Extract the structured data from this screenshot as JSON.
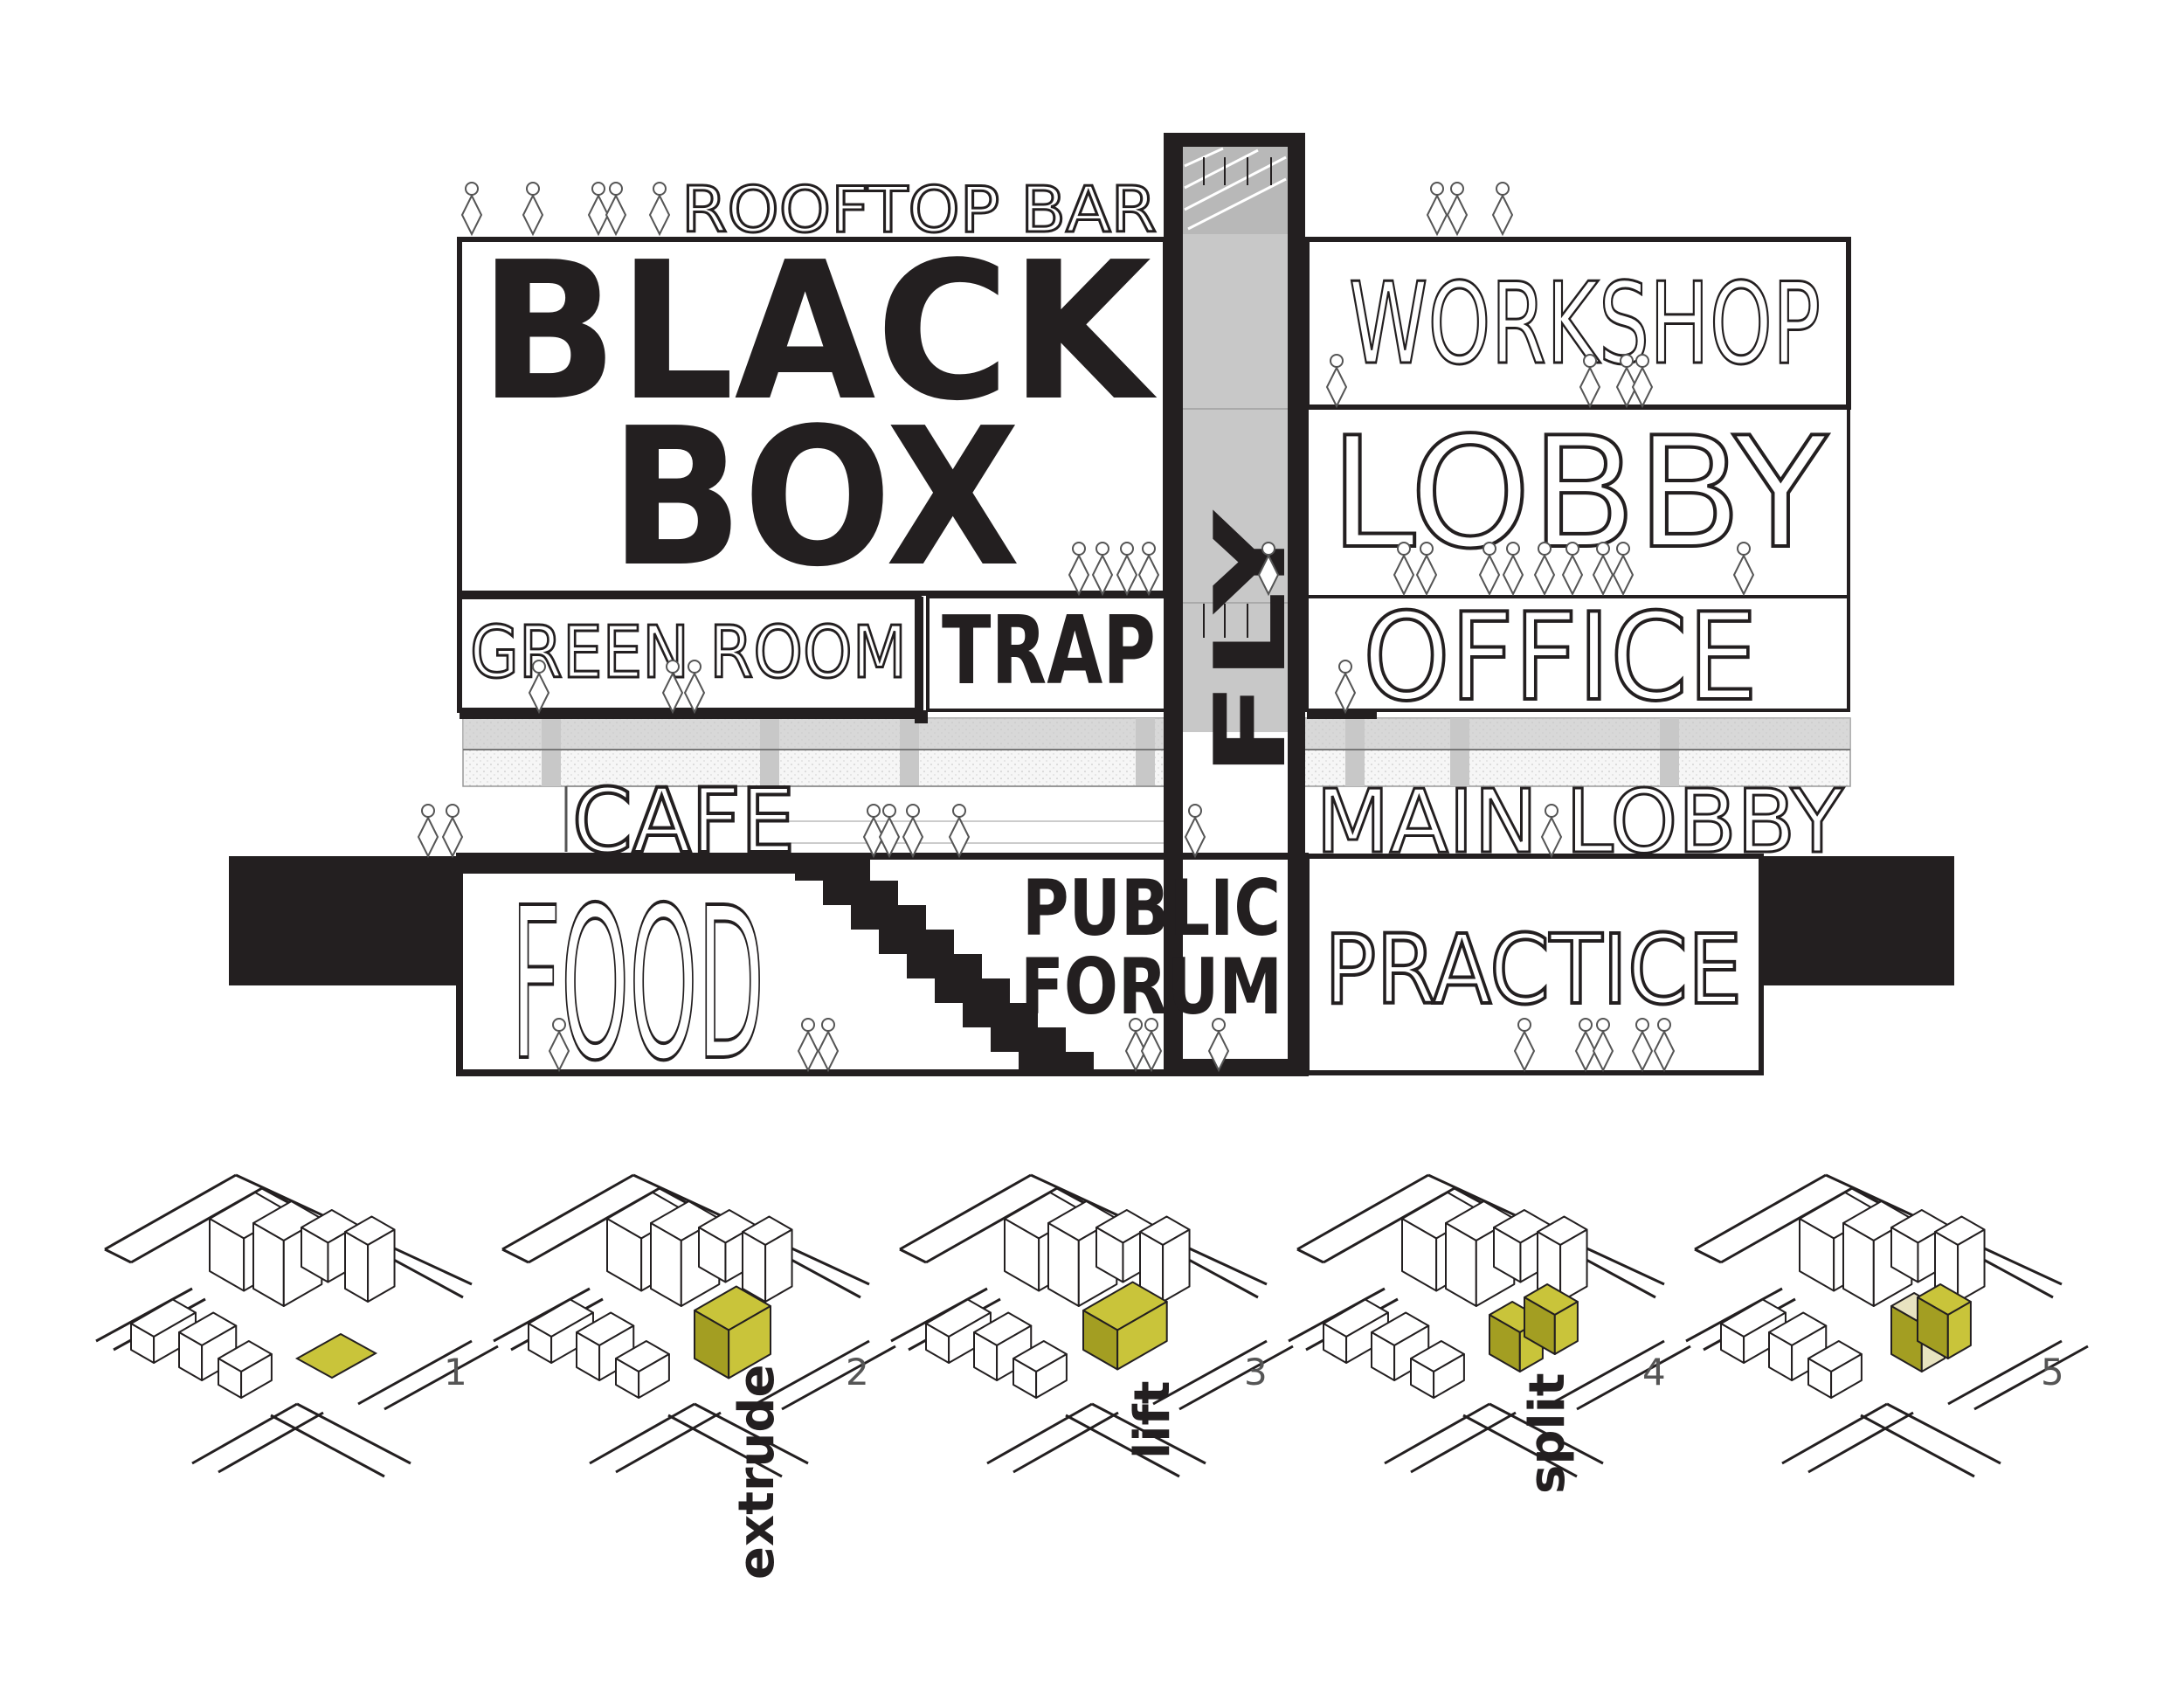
{
  "section": {
    "labels": {
      "rooftop_bar": "ROOFTOP BAR",
      "black": "BLACK",
      "box": "BOX",
      "fly": "FLY",
      "workshop": "WORKSHOP",
      "lobby": "LOBBY",
      "green_room": "GREEN ROOM",
      "trap": "TRAP",
      "office": "OFFICE",
      "cafe": "CAFE",
      "main_lobby": "MAIN LOBBY",
      "food": "FOOD",
      "public": "PUBLIC",
      "forum": "FORUM",
      "practice": "PRACTICE"
    }
  },
  "steps": [
    {
      "number": "1",
      "label": ""
    },
    {
      "number": "2",
      "label": "extrude"
    },
    {
      "number": "3",
      "label": "lift"
    },
    {
      "number": "4",
      "label": "split"
    },
    {
      "number": "5",
      "label": ""
    }
  ],
  "colors": {
    "ink": "#231f20",
    "grey": "#c8c8c8",
    "floor": "#e9e9e9",
    "highlight": "#c9c43a",
    "highlight_dark": "#a39e22"
  }
}
